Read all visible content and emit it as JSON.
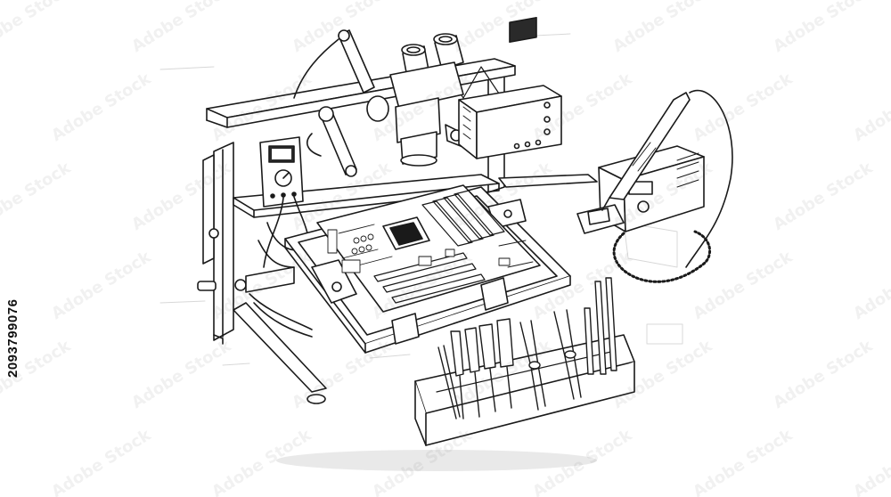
{
  "image": {
    "subject": "electronics repair workbench line drawing",
    "colors": {
      "background": "#ffffff",
      "ink": "#1a1a1a",
      "shadow": "#e6e6e6",
      "screen": "#2a2a2a"
    }
  },
  "stock_id": "2093799076",
  "watermark_text": "Adobe Stock"
}
